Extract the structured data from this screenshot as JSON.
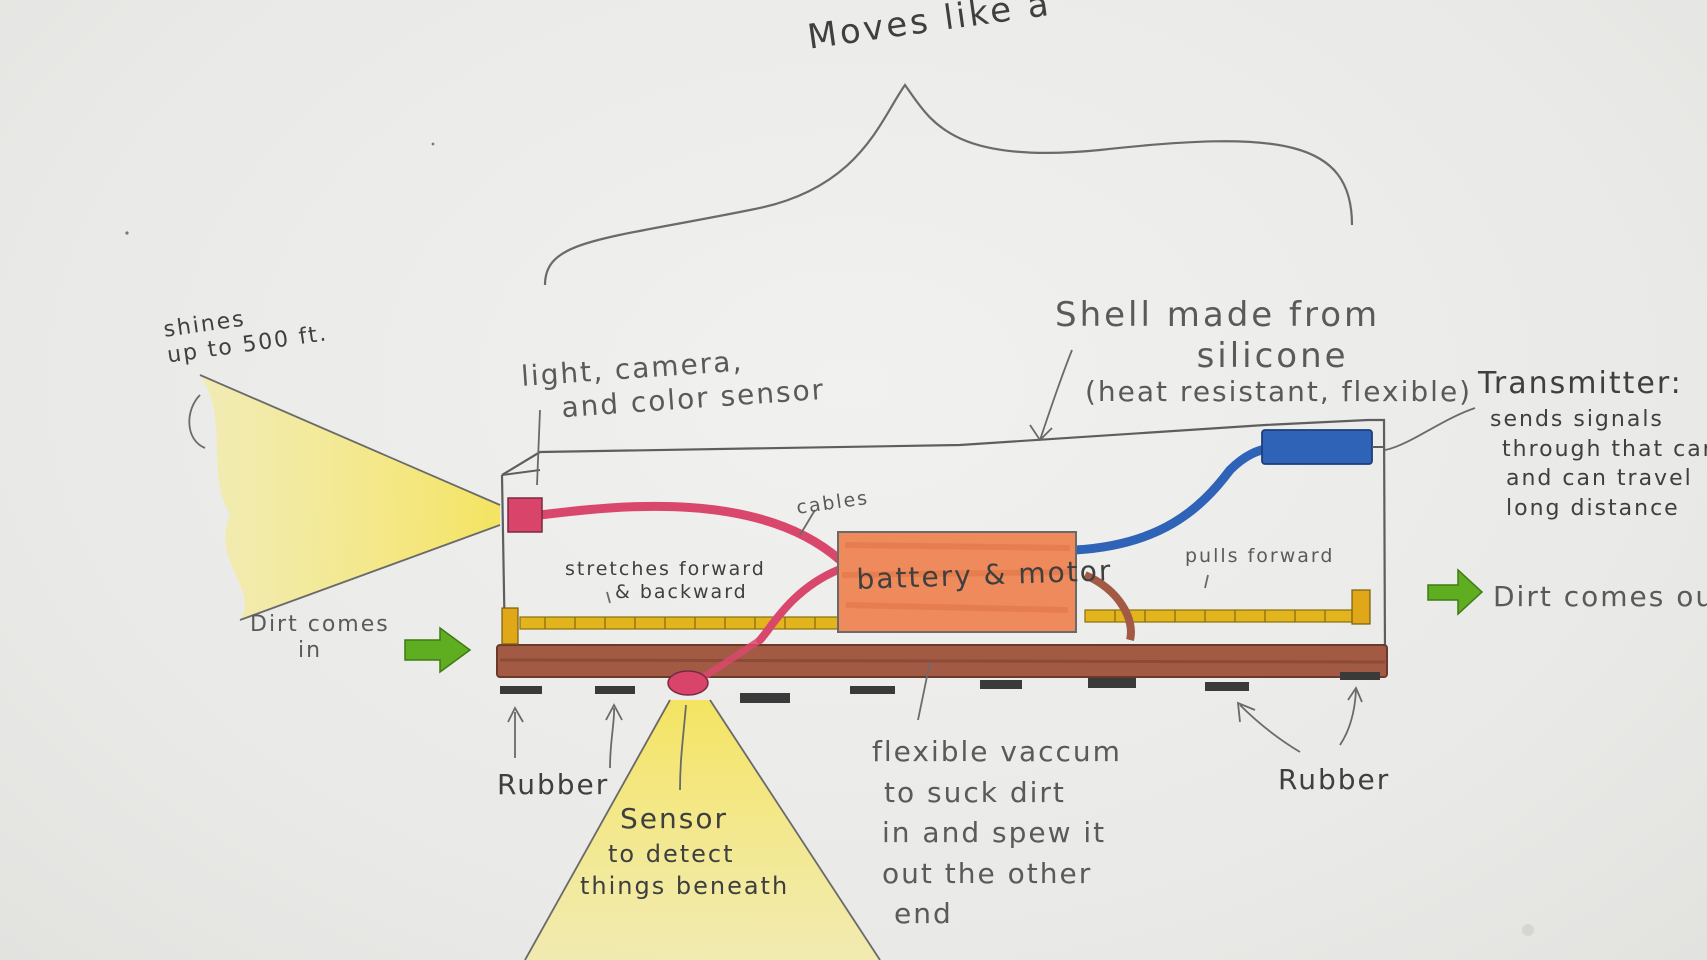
{
  "labels": {
    "moves_like": "Moves like a",
    "shines_line1": "shines",
    "shines_line2": "up to 500 ft.",
    "light_camera_line1": "light, camera,",
    "light_camera_line2": "and color sensor",
    "shell_line1": "Shell made from",
    "shell_line2": "silicone",
    "shell_line3": "(heat resistant, flexible)",
    "transmitter_line1": "Transmitter:",
    "transmitter_line2": "sends signals",
    "transmitter_line3": "through that can",
    "transmitter_line4": "and can travel",
    "transmitter_line5": "long distance",
    "cables": "cables",
    "stretches_line1": "stretches forward",
    "stretches_line2": "& backward",
    "battery_motor": "battery & motor",
    "pulls_forward": "pulls forward",
    "dirt_in_line1": "Dirt comes",
    "dirt_in_line2": "in",
    "dirt_out": "Dirt comes out",
    "rubber_left": "Rubber",
    "rubber_right": "Rubber",
    "sensor_line1": "Sensor",
    "sensor_line2": "to detect",
    "sensor_line3": "things beneath",
    "vacuum_line1": "flexible vaccum",
    "vacuum_line2": "to suck dirt",
    "vacuum_line3": "in and spew it",
    "vacuum_line4": "out the other",
    "vacuum_line5": "end"
  },
  "colors": {
    "pencil": "#5a5a5a",
    "light_beam": "#f3e564",
    "camera_box": "#d9456a",
    "cable_red": "#d9486c",
    "battery": "#ee8a5c",
    "transmitter": "#2f63b8",
    "spring_yellow": "#e2b51c",
    "vacuum_tube": "#a35a45",
    "arrow_green": "#5fae22",
    "rubber": "#3a3a3a"
  },
  "icons": {
    "dirt_in_arrow": "arrow-right-icon",
    "dirt_out_arrow": "arrow-right-icon"
  }
}
